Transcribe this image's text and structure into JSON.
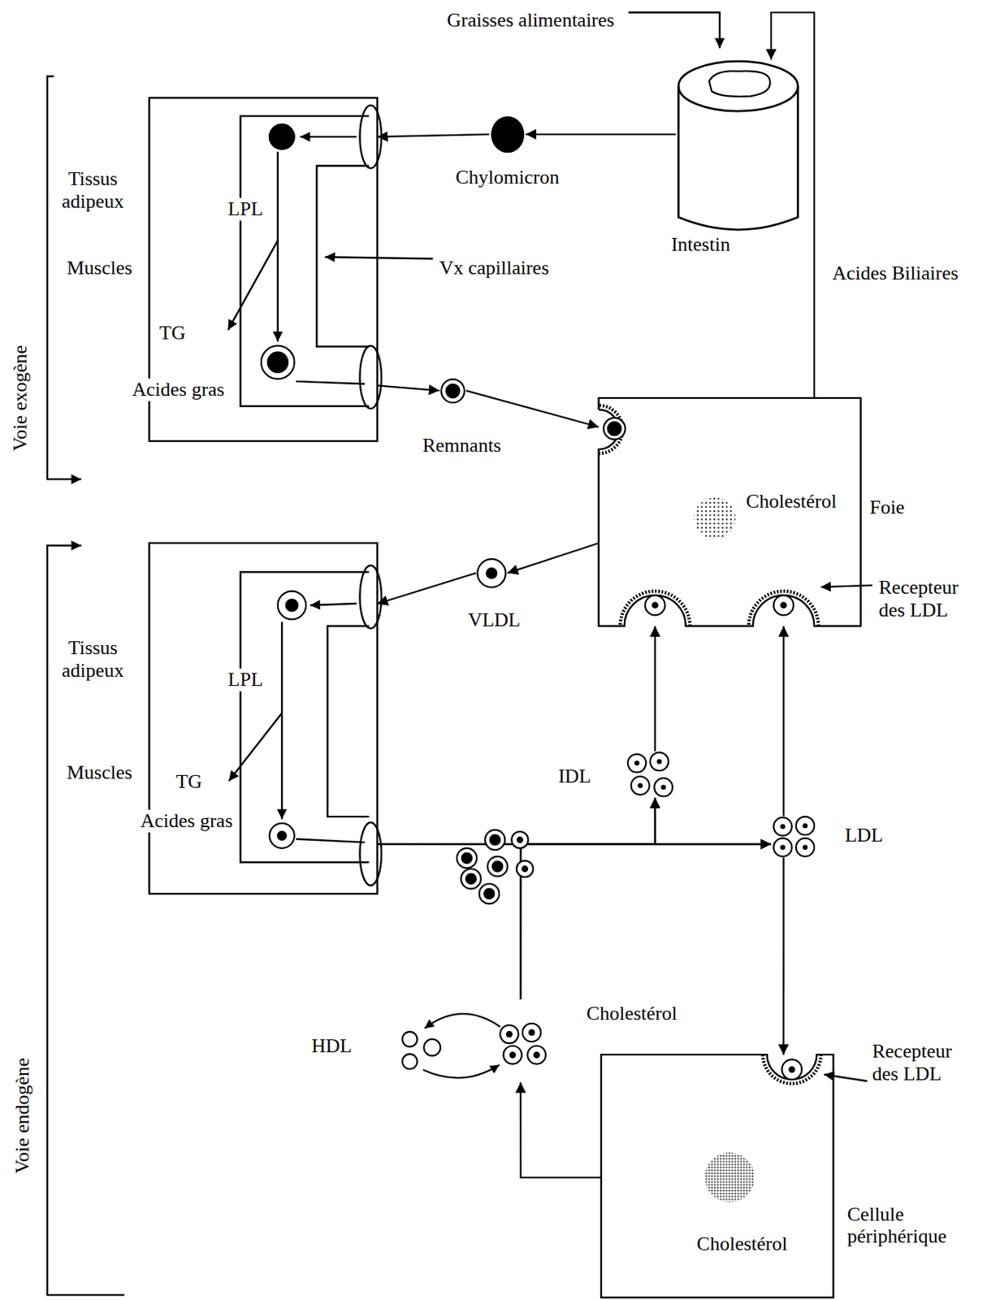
{
  "diagram": {
    "nodes": [
      {
        "text": [
          "Intestin"
        ]
      },
      {
        "text": [
          "Tissus adipeux",
          "Muscles"
        ]
      },
      {
        "text": [
          "Chylomicron"
        ]
      },
      {
        "text": [
          "Remnants"
        ]
      },
      {
        "text": [
          "Cholestérol",
          "Foie"
        ]
      },
      {
        "text": [
          "VLDL"
        ]
      },
      {
        "text": [
          "Tissus adipeux",
          "Muscles"
        ]
      },
      {
        "text": [
          "IDL"
        ]
      },
      {
        "text": [
          "LDL"
        ]
      },
      {
        "text": [
          "HDL"
        ]
      },
      {
        "text": [
          "Cholestérol",
          "Cellule périphérique"
        ]
      }
    ],
    "edges": [
      {
        "from": 0,
        "to": 2,
        "arrow": "to"
      },
      {
        "from": 2,
        "to": 1,
        "arrow": "to"
      },
      {
        "from": 1,
        "to": 3,
        "arrow": "to"
      },
      {
        "from": 3,
        "to": 4,
        "arrow": "to"
      },
      {
        "from": 4,
        "to": 5,
        "arrow": "to"
      },
      {
        "from": 5,
        "to": 6,
        "arrow": "to"
      },
      {
        "from": 6,
        "to": 7,
        "arrow": "to"
      },
      {
        "from": 6,
        "to": 8,
        "arrow": "to"
      },
      {
        "from": 9,
        "to": 7,
        "arrow": "to"
      },
      {
        "from": 9,
        "to": 8,
        "arrow": "to"
      },
      {
        "from": 7,
        "to": 4,
        "arrow": "to"
      },
      {
        "from": 8,
        "to": 4,
        "arrow": "to"
      },
      {
        "from": 8,
        "to": 10,
        "arrow": "to"
      },
      {
        "from": 10,
        "to": 9,
        "arrow": "to"
      },
      {
        "from": 4,
        "to": 0,
        "label": "Acides Biliaires",
        "arrow": "to"
      }
    ],
    "labels": [
      "Graisses alimentaires",
      "Vx capillaires",
      "LPL",
      "TG",
      "Acides gras",
      "Voie exogène",
      "Recepteur des LDL",
      "LPL",
      "TG",
      "Acides gras",
      "Cholestérol",
      "Recepteur des LDL",
      "Voie endogène"
    ]
  }
}
